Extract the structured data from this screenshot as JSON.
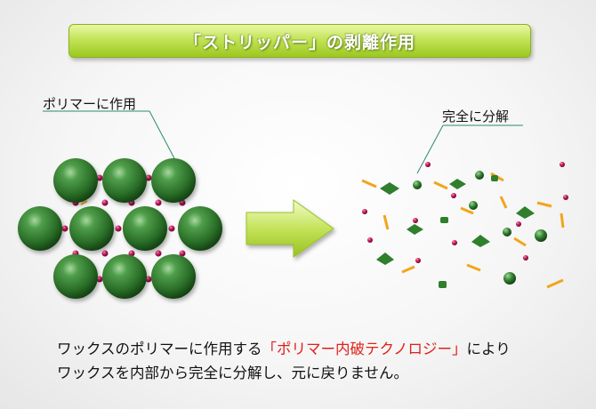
{
  "title": "「ストリッパー」の剥離作用",
  "labels": {
    "left": "ポリマーに作用",
    "right": "完全に分解"
  },
  "caption": {
    "line1_before": "ワックスのポリマーに作用する",
    "line1_highlight": "「ポリマー内破テクノロジー」",
    "line1_after": "によりワックスを内部から完全に分解し、元に戻りません。"
  },
  "colors": {
    "title_gradient_top": "#e9f7a6",
    "title_gradient_bottom": "#9cc81f",
    "sphere": "#2e7d2e",
    "link_bead": "#c2185b",
    "fragment_orange": "#f2a51a",
    "highlight_text": "#e0201a"
  }
}
